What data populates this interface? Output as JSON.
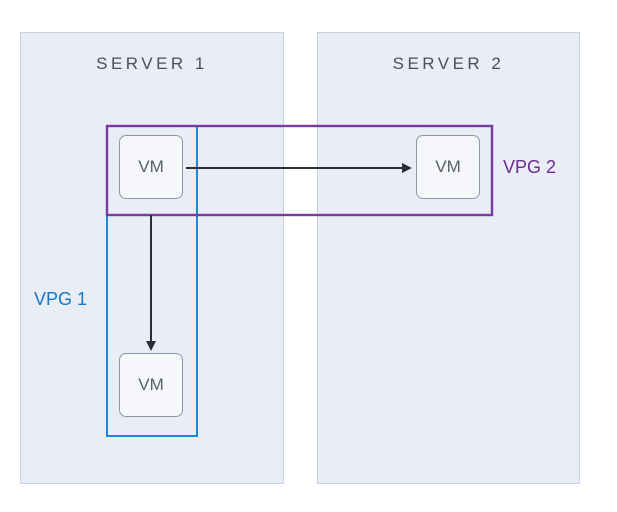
{
  "servers": [
    {
      "title": "SERVER 1"
    },
    {
      "title": "SERVER 2"
    }
  ],
  "vms": [
    {
      "label": "VM"
    },
    {
      "label": "VM"
    },
    {
      "label": "VM"
    }
  ],
  "vpgs": [
    {
      "label": "VPG 1",
      "color": "#1777c4"
    },
    {
      "label": "VPG 2",
      "color": "#6b2d91"
    }
  ]
}
